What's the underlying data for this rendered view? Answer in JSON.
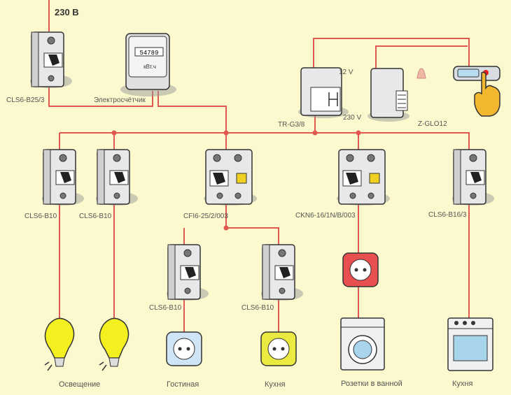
{
  "colors": {
    "background": "#fbf9cd",
    "wire": "#e0584f",
    "device": "#e6e6e8",
    "bulb": "#f4f020",
    "highlight": "#f0d020"
  },
  "supply": {
    "voltage": "230 В"
  },
  "main_breaker": {
    "label": "CLS6-B25/3"
  },
  "meter": {
    "label": "Электросчётчик",
    "display": "54789",
    "unit": "кВт.ч"
  },
  "transformer": {
    "label": "TR-G3/8",
    "out_voltage": "12 V",
    "in_voltage": "230 V"
  },
  "bell": {
    "label": "Z-GLO12"
  },
  "branches": [
    {
      "breaker": "CLS6-B10",
      "load": "Освещение"
    },
    {
      "breaker": "CLS6-B10"
    },
    {
      "breaker": "CFI6-25/2/003"
    },
    {
      "breaker": "CKN6-16/1N/B/003",
      "load": "Розетки в ванной"
    },
    {
      "breaker": "CLS6-B16/3",
      "load": "Кухня"
    }
  ],
  "sub_branches": [
    {
      "breaker": "CLS6-B10",
      "load": "Гостиная"
    },
    {
      "breaker": "CLS6-B10",
      "load": "Кухня"
    }
  ],
  "icons": [
    "circuit-breaker-icon",
    "electric-meter-icon",
    "transformer-icon",
    "bell-relay-icon",
    "bell-icon",
    "doorbell-button-icon",
    "hand-pointer-icon",
    "light-bulb-icon",
    "socket-icon",
    "washing-machine-icon",
    "stove-icon"
  ]
}
